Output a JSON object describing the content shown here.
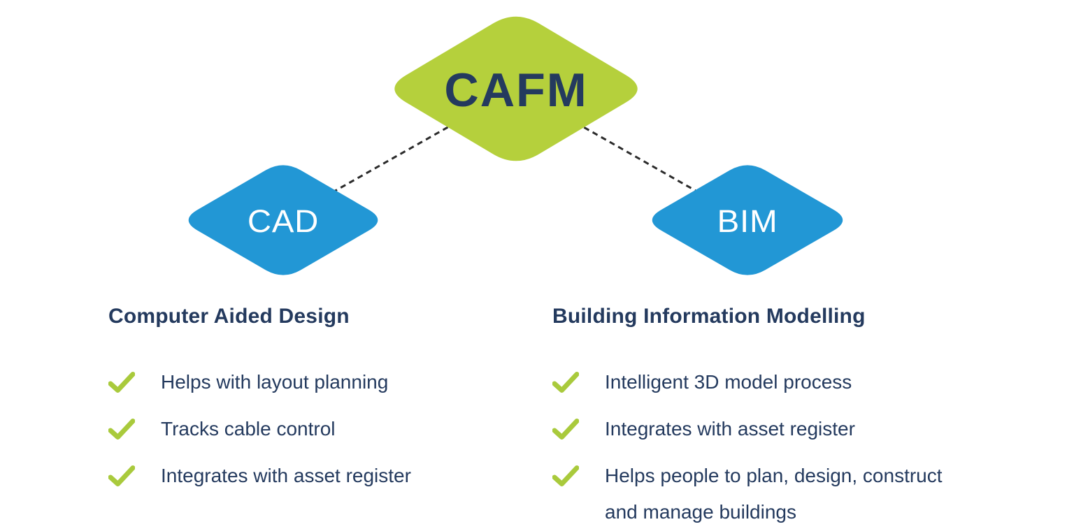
{
  "nodes": {
    "root": {
      "label": "CAFM"
    },
    "left": {
      "label": "CAD"
    },
    "right": {
      "label": "BIM"
    }
  },
  "columns": [
    {
      "heading": "Computer Aided Design",
      "items": [
        "Helps with layout planning",
        "Tracks cable control",
        "Integrates with asset register"
      ]
    },
    {
      "heading": "Building Information Modelling",
      "items": [
        "Intelligent 3D model process",
        "Integrates with asset register",
        "Helps people to plan, design, construct and manage buildings"
      ]
    }
  ],
  "icons": {
    "bullet": "check-icon"
  },
  "colors": {
    "green": "#b5d03c",
    "blue": "#2297d5",
    "navy": "#243a5e",
    "check-green": "#a9ca3c",
    "connector": "#2b2b2b",
    "background": "#ffffff",
    "node-text-light": "#ffffff"
  }
}
